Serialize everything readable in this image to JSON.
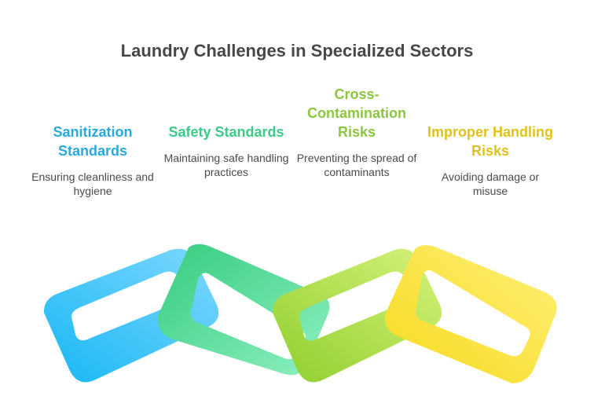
{
  "title": "Laundry Challenges in Specialized Sectors",
  "items": [
    {
      "heading": "Sanitization Standards",
      "description": "Ensuring cleanliness and hygiene",
      "color": "#29a9e0"
    },
    {
      "heading": "Safety Standards",
      "description": "Maintaining safe handling practices",
      "color": "#3dc98a"
    },
    {
      "heading": "Cross-Contamination Risks",
      "description": "Preventing the spread of contaminants",
      "color": "#8cc63f"
    },
    {
      "heading": "Improper Handling Risks",
      "description": "Avoiding damage or misuse",
      "color": "#e0c21a"
    }
  ]
}
